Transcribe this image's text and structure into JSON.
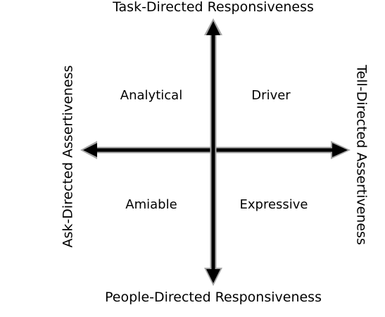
{
  "axes": {
    "top": "Task-Directed Responsiveness",
    "bottom": "People-Directed Responsiveness",
    "left": "Ask-Directed Assertiveness",
    "right": "Tell-Directed Assertiveness"
  },
  "quadrants": {
    "top_left": "Analytical",
    "top_right": "Driver",
    "bottom_left": "Amiable",
    "bottom_right": "Expressive"
  },
  "colors": {
    "arrow_fill": "#000000",
    "arrow_outline": "#a6a6a6",
    "text": "#000000",
    "background": "#ffffff"
  }
}
